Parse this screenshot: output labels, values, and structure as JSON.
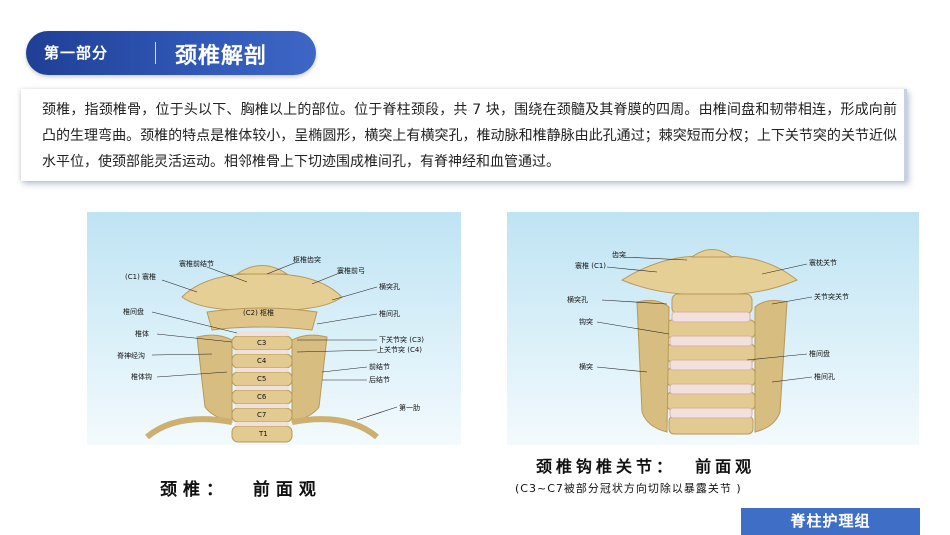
{
  "header": {
    "part_label": "第一部分",
    "title": "颈椎解剖"
  },
  "body_text": "颈椎，指颈椎骨，位于头以下、胸椎以上的部位。位于脊柱颈段，共 7 块，围绕在颈髓及其脊膜的四周。由椎间盘和韧带相连，形成向前凸的生理弯曲。颈椎的特点是椎体较小，呈椭圆形，横突上有横突孔，椎动脉和椎静脉由此孔通过；棘突短而分杈；上下关节突的关节近似水平位，使颈部能灵活运动。相邻椎骨上下切迹围成椎间孔，有脊神经和血管通过。",
  "figure_left": {
    "caption": "颈椎：  前面观",
    "labels": {
      "anterior_tubercle_atlas": "寰椎前结节",
      "dens": "枢椎齿突",
      "anterior_arch_atlas": "寰椎前弓",
      "c1_atlas": "(C1) 寰椎",
      "transverse_process": "横突孔",
      "intervertebral_disc": "椎间盘",
      "c2_axis": "(C2) 枢椎",
      "intervertebral_foramen": "椎间孔",
      "vertebral_body": "椎体",
      "inferior_articular": "下关节突 (C3)",
      "superior_articular": "上关节突 (C4)",
      "spinal_nerve_groove": "脊神经沟",
      "uncinate": "椎体钩",
      "anterior_tubercle": "前结节",
      "posterior_tubercle": "后结节",
      "first_rib": "第一肋",
      "c3": "C3",
      "c4": "C4",
      "c5": "C5",
      "c6": "C6",
      "c7": "C7",
      "t1": "T1"
    }
  },
  "figure_right": {
    "caption": "颈椎钩椎关节：  前面观",
    "sub_caption": "(C3~C7被部分冠状方向切除以暴露关节 )",
    "labels": {
      "dens": "齿突",
      "c1_atlas": "寰椎 (C1)",
      "atlanto_occipital": "寰枕关节",
      "transverse_foramen": "横突孔",
      "facet_joint": "关节突关节",
      "uncinate": "钩突",
      "intervertebral_disc": "椎间盘",
      "transverse_process": "横突",
      "intervertebral_foramen": "椎间孔"
    }
  },
  "footer": {
    "badge": "脊柱护理组"
  },
  "colors": {
    "title_blue": "#2f56b4",
    "footer_blue": "#3f6ec7",
    "bone": "#e6cf95",
    "disc": "#f2e0dc"
  }
}
